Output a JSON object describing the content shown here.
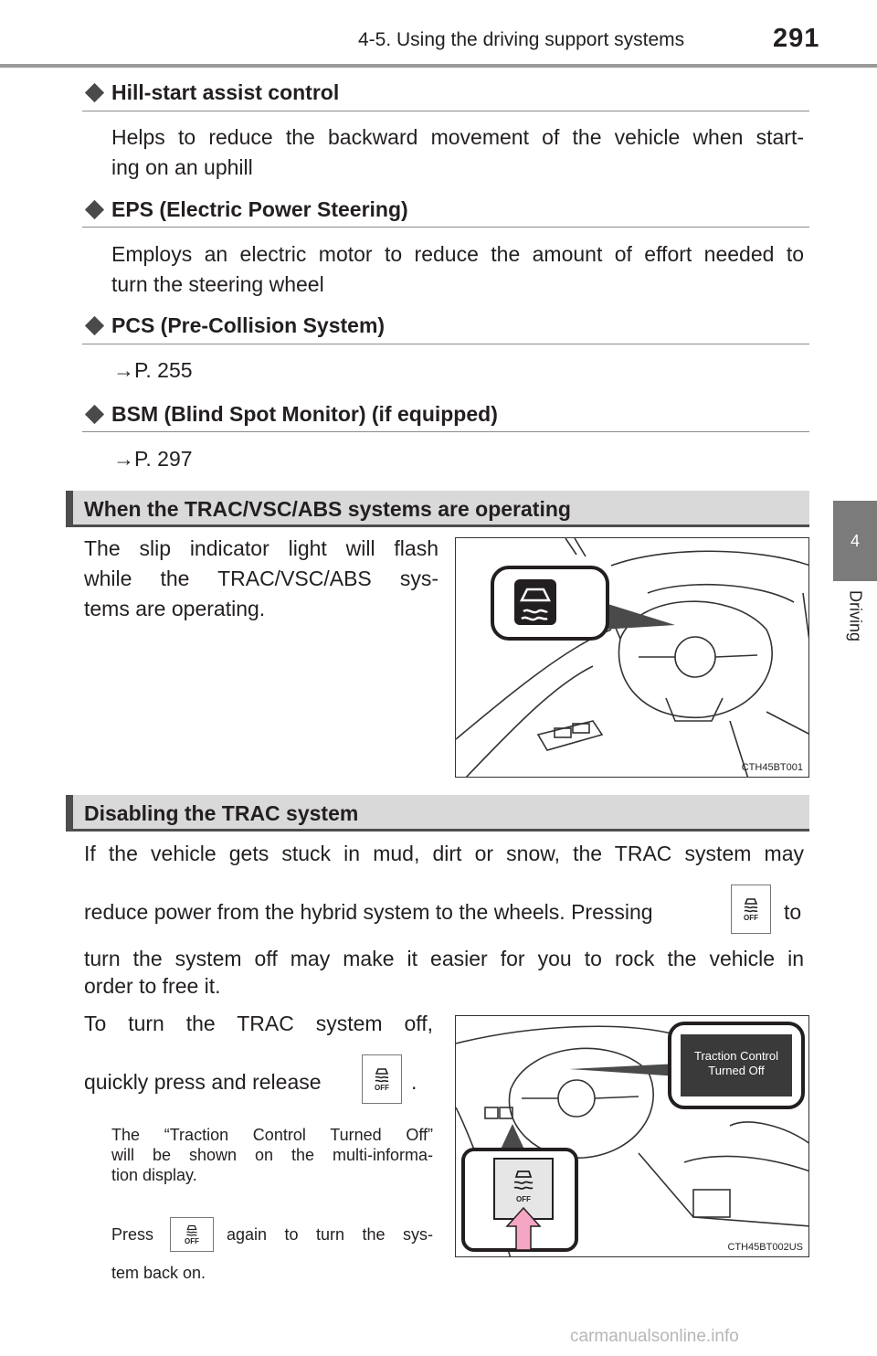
{
  "header": {
    "section": "4-5. Using the driving support systems",
    "page_number": "291"
  },
  "side_tab": {
    "chapter_number": "4",
    "chapter_label": "Driving"
  },
  "items": [
    {
      "title": "Hill-start assist control",
      "body_lines": [
        "Helps to reduce the backward movement of the vehicle when start-",
        "ing on an uphill"
      ]
    },
    {
      "title": "EPS (Electric Power Steering)",
      "body_lines": [
        "Employs an electric motor to reduce the amount of effort needed to",
        "turn the steering wheel"
      ]
    },
    {
      "title": "PCS (Pre-Collision System)",
      "ref": "→P. 255"
    },
    {
      "title": "BSM (Blind Spot Monitor) (if equipped)",
      "ref": "→P. 297"
    }
  ],
  "section1": {
    "heading": "When the TRAC/VSC/ABS systems are operating",
    "body_lines": [
      "The slip indicator light will flash",
      "while the TRAC/VSC/ABS sys-",
      "tems are operating."
    ],
    "figure_code": "CTH45BT001"
  },
  "section2": {
    "heading": "Disabling the TRAC system",
    "para_line1": "If the vehicle gets stuck in mud, dirt or snow, the TRAC system may",
    "para_line2_a": "reduce power from the hybrid system to the wheels. Pressing",
    "para_line2_b": "to",
    "para_line3": "turn the system off may make it easier for you to rock the vehicle in",
    "para_line4": "order to free it.",
    "step_line1": "To turn the TRAC system off,",
    "step_line2_a": "quickly press and release",
    "step_line2_b": ".",
    "note_lines": [
      "The “Traction Control Turned Off”",
      "will be shown on the multi-informa-",
      "tion display."
    ],
    "note2_a": "Press",
    "note2_b": "again to turn the sys-",
    "note2_c": "tem back on.",
    "figure_code": "CTH45BT002US",
    "display_text_1": "Traction Control",
    "display_text_2": "Turned Off",
    "button_off_label": "OFF"
  },
  "watermark": "carmanualsonline.info",
  "colors": {
    "section_bg": "#d9d9d9",
    "section_bar": "#4d4d4d",
    "tab_bg": "#7b7b7b",
    "callout_fill": "#4a4a4a",
    "arrow_pink": "#f4a6c4"
  }
}
